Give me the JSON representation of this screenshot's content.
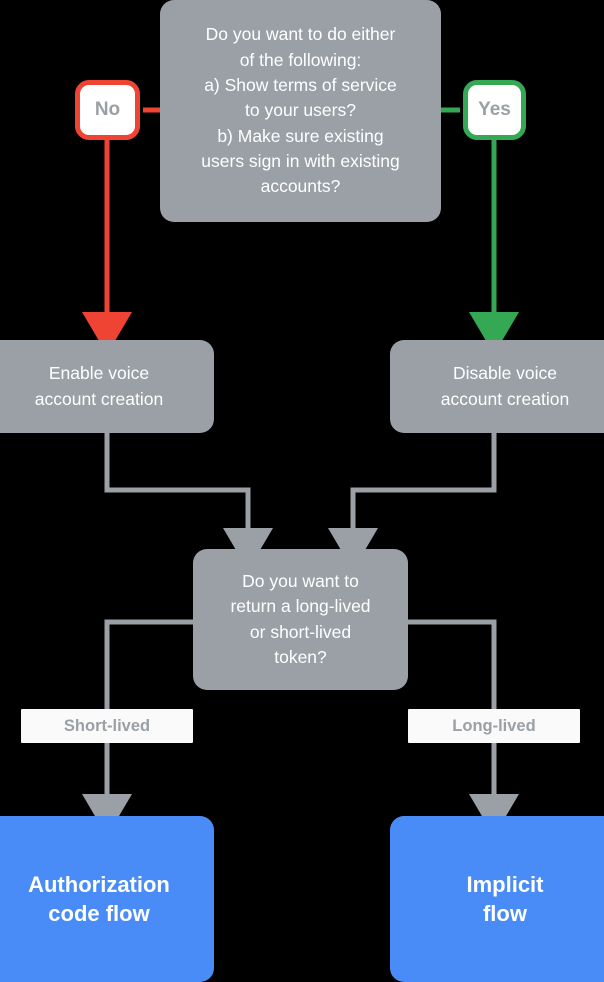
{
  "diagram": {
    "title": "Account linking flow decision chart",
    "colors": {
      "background": "#000000",
      "node_grey": "#9aa0a6",
      "node_blue": "#4a8cf7",
      "no_red": "#ef4434",
      "yes_green": "#34a853",
      "chip_white": "#fafafa",
      "text_white": "#ffffff",
      "text_grey": "#9aa0a6"
    },
    "nodes": {
      "question_one": "Do you want to do either\nof the following:\na) Show terms of service\nto your users?\nb) Make sure existing\nusers sign in with existing\naccounts?",
      "badge_no": "No",
      "badge_yes": "Yes",
      "enable_voice": "Enable voice\naccount creation",
      "disable_voice": "Disable voice\naccount creation",
      "question_two": "Do you want to\nreturn a long-lived\nor short-lived\ntoken?",
      "chip_short": "Short-lived",
      "chip_long": "Long-lived",
      "result_auth_code": "Authorization\ncode flow",
      "result_implicit": "Implicit\nflow"
    }
  }
}
